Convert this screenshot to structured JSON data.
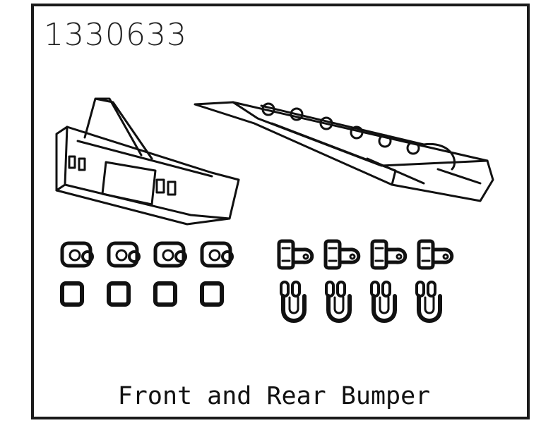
{
  "part_number": "1330633",
  "caption": "Front and Rear Bumper",
  "parts": {
    "front_bumper": 1,
    "rear_bumper": 1,
    "mounts": 4,
    "square_spacers": 4,
    "shackle_brackets": 4,
    "shackles": 4
  },
  "colors": {
    "line": "#111111",
    "background": "#ffffff"
  }
}
